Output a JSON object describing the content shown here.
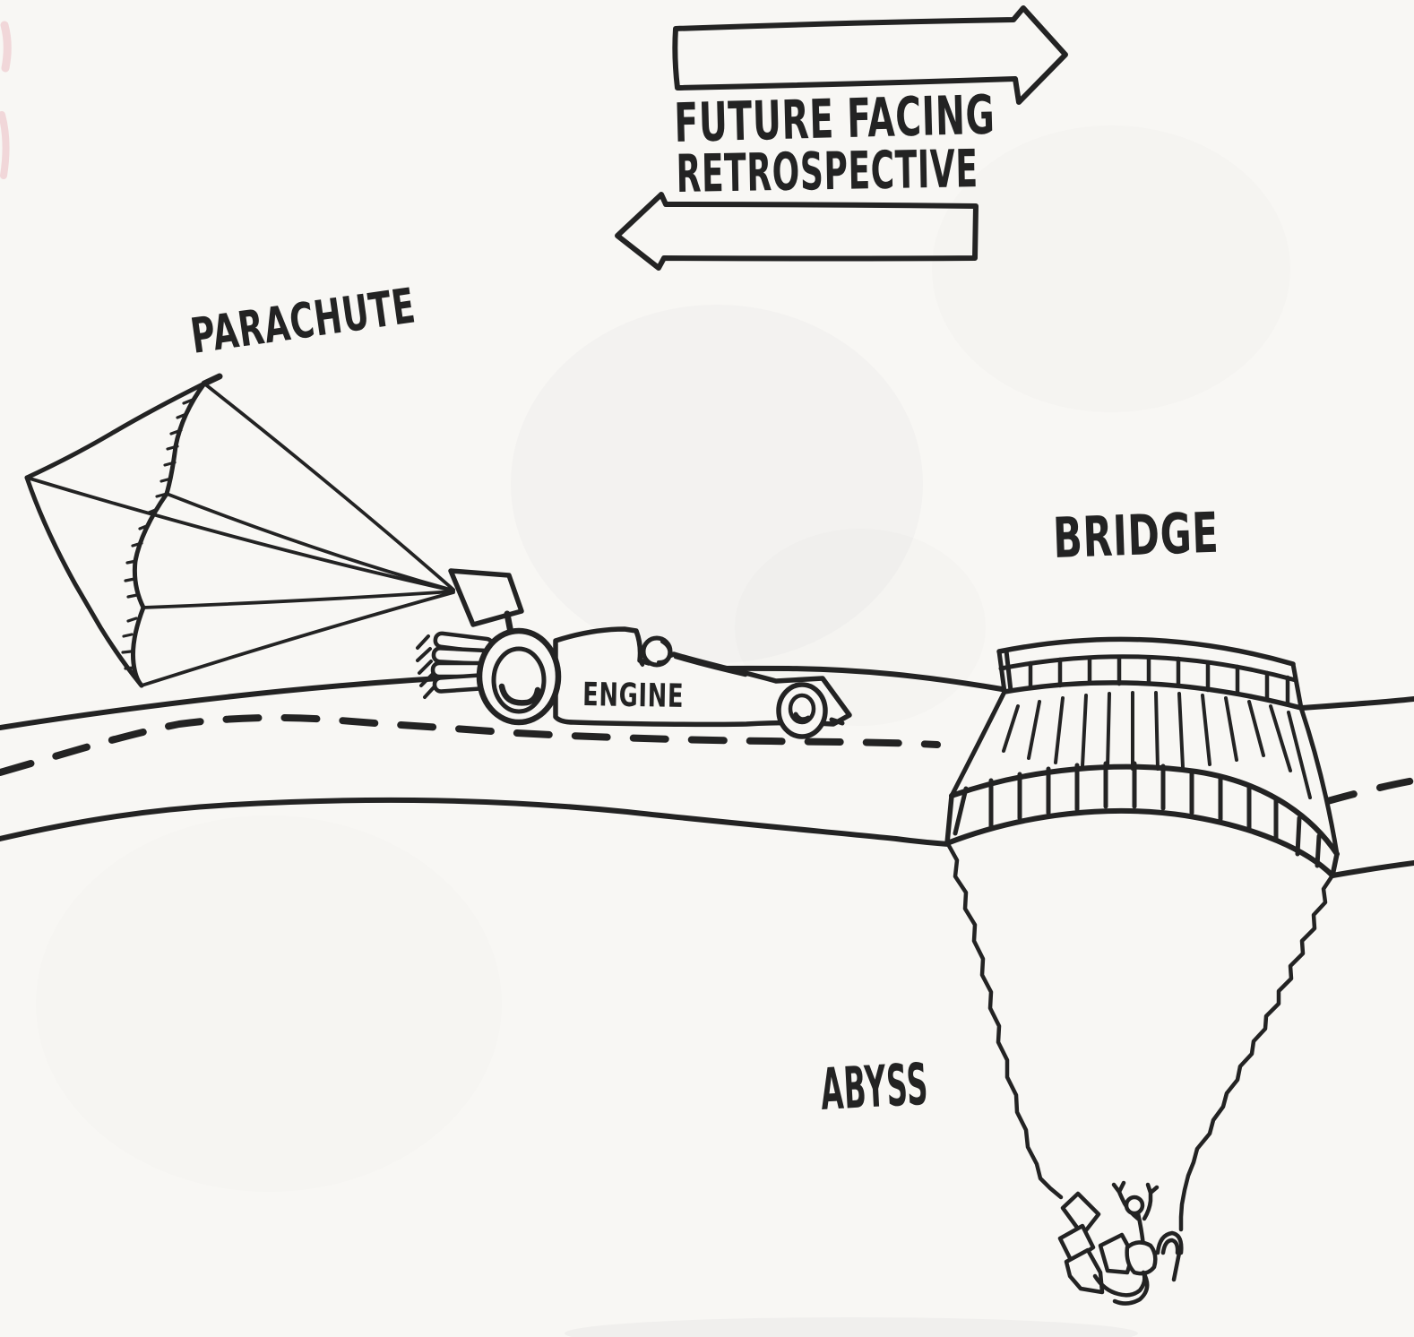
{
  "colors": {
    "ink": "#232323",
    "paper": "#f8f7f4",
    "red-mark": "#d96b7c"
  },
  "labels": {
    "future_facing": "FUTURE FACING",
    "retrospective": "RETROSPECTIVE",
    "parachute": "PARACHUTE",
    "engine": "ENGINE",
    "bridge": "BRIDGE",
    "abyss": "ABYSS"
  }
}
